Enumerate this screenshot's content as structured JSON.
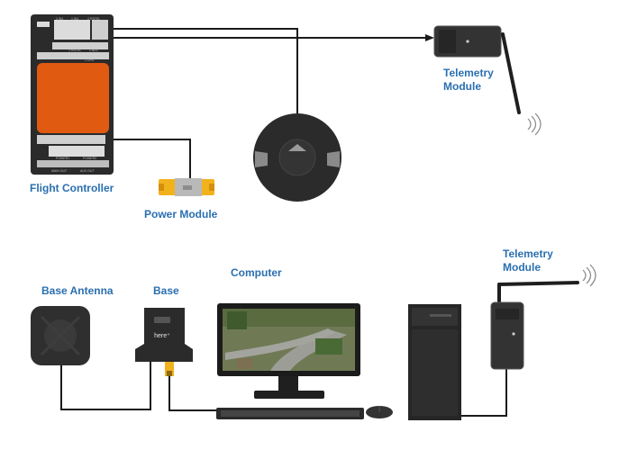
{
  "diagram": {
    "labels": {
      "flight_controller": "Flight Controller",
      "power_module": "Power Module",
      "telemetry_top_line1": "Telemetry",
      "telemetry_top_line2": "Module",
      "computer": "Computer",
      "base_antenna": "Base Antenna",
      "base": "Base",
      "telemetry_bottom_line1": "Telemetry",
      "telemetry_bottom_line2": "Module"
    },
    "fc_silkscreen": {
      "header_1": "2 IN1",
      "header_2": "1 IN1",
      "header_3": "2 RSTEL",
      "row_2": "1 RSTEL",
      "row_2b": "2 ADC",
      "row_3": "1 GPS",
      "power_1": "POWER1",
      "power_2": "POWER2",
      "bottom_1": "MAIN OUT",
      "bottom_2": "AUX OUT"
    },
    "base_badge": "here⁺",
    "colors": {
      "label_blue": "#2a6fb0",
      "fc_orange": "#e05a12",
      "pm_yellow": "#f2b21c",
      "device_dark": "#2b2b2b",
      "cable": "#1a1a1a"
    }
  }
}
